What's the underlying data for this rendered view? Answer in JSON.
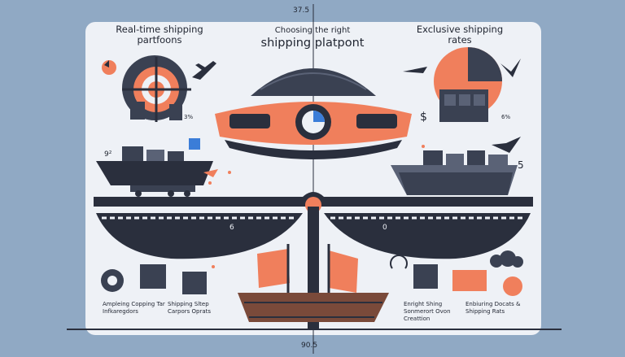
{
  "header": {
    "top_number": "37.5",
    "left_title": "Real-time shipping partfoons",
    "center_title_small": "Choosing the right",
    "center_title_large": "shipping platpont",
    "right_title": "Exclusive shipping rates",
    "bottom_number": "90.5"
  },
  "labels": {
    "left_percent": "3%",
    "right_percent": "6%",
    "left_stat": "9²",
    "dollar_right": "$",
    "five": "5",
    "beam_left_six": "6",
    "beam_right_zero": "0"
  },
  "captions": {
    "left_1": "Ampleing Copping Tar Infkaregdors",
    "left_2": "Shipping Sltep Carpors Oprats",
    "right_1": "Enright Shing Sonmerort Ovon Creattion",
    "right_2": "Enbiuring Docats & Shipping Rats"
  },
  "colors": {
    "background": "#90a9c4",
    "panel": "#eef1f6",
    "dark": "#2a2f3d",
    "accent": "#f07f5c"
  }
}
